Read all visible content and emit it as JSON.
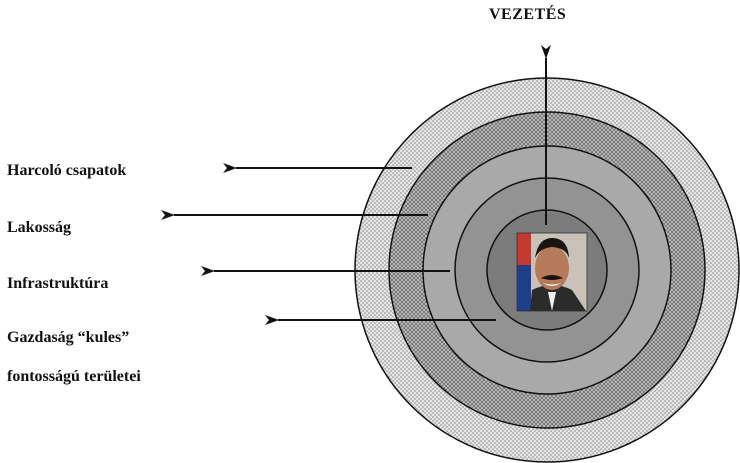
{
  "diagram": {
    "top_label": "VEZETÉS",
    "rings": [
      {
        "name": "Harcoló csapatok",
        "fill": "#d9d9d9",
        "pattern": "dots-light"
      },
      {
        "name": "Lakosság",
        "fill": "#b8b8b8",
        "pattern": "crosshatch"
      },
      {
        "name": "Infrastruktúra",
        "fill": "#a6a6a6",
        "pattern": "none"
      },
      {
        "name": "Gazdaság “kules” fontosságú területei",
        "fill": "#909090",
        "pattern": "none"
      },
      {
        "name": "VEZETÉS",
        "fill": "#7a7a7a",
        "pattern": "none"
      }
    ],
    "labels": {
      "harcolo": "Harcoló csapatok",
      "lakossag": "Lakosság",
      "infrastruktura": "Infrastruktúra",
      "gazdasag_line1": "Gazdaság “kules”",
      "gazdasag_line2": "fontosságú területei"
    },
    "center_image": "leader-portrait"
  }
}
